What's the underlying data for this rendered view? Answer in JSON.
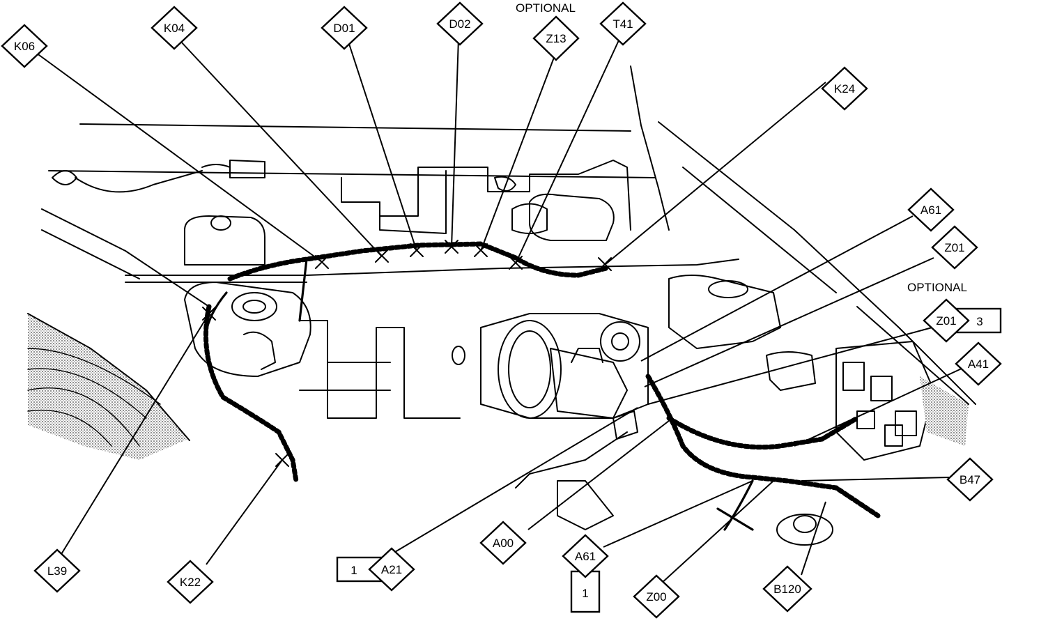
{
  "optional_labels": [
    "OPTIONAL",
    "OPTIONAL"
  ],
  "connectors": {
    "K06": "K06",
    "K04": "K04",
    "D01": "D01",
    "D02": "D02",
    "Z13": "Z13",
    "T41": "T41",
    "K24": "K24",
    "A61_top": "A61",
    "Z01_a": "Z01",
    "Z01_b": "Z01",
    "A41": "A41",
    "B47": "B47",
    "B120": "B120",
    "Z00": "Z00",
    "A61_bottom": "A61",
    "A00": "A00",
    "A21": "A21",
    "K22": "K22",
    "L39": "L39"
  },
  "boxes": {
    "Z01_b_box": "3",
    "A21_box": "1",
    "A61_bottom_box": "1"
  }
}
